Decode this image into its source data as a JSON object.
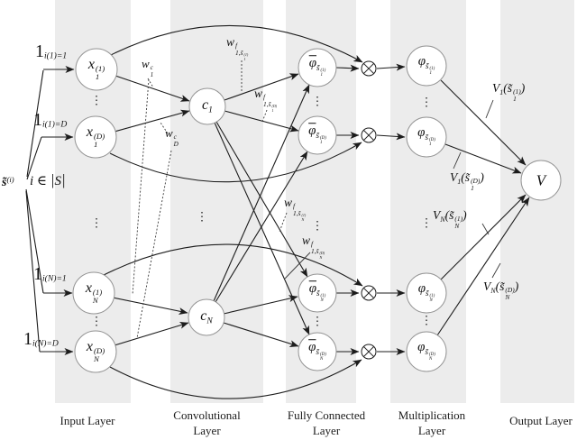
{
  "colors": {
    "background": "#ffffff",
    "stripe": "#ececec",
    "line": "#1c1c1c",
    "node_fill": "#ffffff",
    "node_stroke": "#949494",
    "text": "#111111"
  },
  "layers": {
    "input": "Input Layer",
    "conv": "Convolutional Layer",
    "fc": "Fully Connected Layer",
    "mult": "Multiplication Layer",
    "out": "Output Layer"
  },
  "ellipsis": "⋮",
  "math": {
    "source": [
      {
        "v": "s̃",
        "s": "bi"
      },
      {
        "v": "(i)",
        "s": "sup"
      }
    ],
    "membership": [
      {
        "v": "i ∈ "
      },
      {
        "v": "|",
        "s": "big"
      },
      {
        "v": "S"
      },
      {
        "v": "|",
        "s": "big"
      }
    ],
    "gate11": [
      {
        "v": "1",
        "s": "rm"
      },
      {
        "v": "i(1)=1",
        "s": "gsub"
      }
    ],
    "gate1D": [
      {
        "v": "1",
        "s": "rm"
      },
      {
        "v": "i(1)=D",
        "s": "gsub"
      }
    ],
    "gateN1": [
      {
        "v": "1",
        "s": "rm"
      },
      {
        "v": "i(N)=1",
        "s": "gsub"
      }
    ],
    "gateND": [
      {
        "v": "1",
        "s": "rm"
      },
      {
        "v": "i(N)=D",
        "s": "gsub"
      }
    ],
    "x11": [
      {
        "v": "x"
      },
      {
        "s": "st",
        "t": "(1)",
        "b": "1"
      }
    ],
    "x1D": [
      {
        "v": "x"
      },
      {
        "s": "st",
        "t": "(D)",
        "b": "1"
      }
    ],
    "xN1": [
      {
        "v": "x"
      },
      {
        "s": "st",
        "t": "(1)",
        "b": "N"
      }
    ],
    "xND": [
      {
        "v": "x"
      },
      {
        "s": "st",
        "t": "(D)",
        "b": "N"
      }
    ],
    "c1": [
      {
        "v": "c"
      },
      {
        "v": "1",
        "s": "sub"
      }
    ],
    "cN": [
      {
        "v": "c"
      },
      {
        "v": "N",
        "s": "sub"
      }
    ],
    "wc1": [
      {
        "v": "w"
      },
      {
        "s": "st",
        "t": "c",
        "b": "1"
      }
    ],
    "wcD": [
      {
        "v": "w"
      },
      {
        "s": "st",
        "t": "c",
        "b": "D"
      }
    ],
    "wf11": [
      {
        "v": "w"
      },
      {
        "s": "st",
        "t": "f",
        "b": [
          {
            "v": "1,"
          },
          {
            "v": "s̃"
          },
          {
            "s": "st",
            "t": "(1)",
            "b": "1"
          }
        ]
      }
    ],
    "wf1D": [
      {
        "v": "w"
      },
      {
        "s": "st",
        "t": "f",
        "b": [
          {
            "v": "1,"
          },
          {
            "v": "s̃"
          },
          {
            "s": "st",
            "t": "(D)",
            "b": "1"
          }
        ]
      }
    ],
    "wfN1": [
      {
        "v": "w"
      },
      {
        "s": "st",
        "t": "f",
        "b": [
          {
            "v": "1,"
          },
          {
            "v": "s̃"
          },
          {
            "s": "st",
            "t": "(1)",
            "b": "N"
          }
        ]
      }
    ],
    "wfND": [
      {
        "v": "w"
      },
      {
        "s": "st",
        "t": "f",
        "b": [
          {
            "v": "1,"
          },
          {
            "v": "s̃"
          },
          {
            "s": "st",
            "t": "(D)",
            "b": "N"
          }
        ]
      }
    ],
    "fb11": [
      {
        "v": "φ",
        "s": "bar"
      },
      {
        "s": "sub",
        "v": [
          {
            "v": "s̃"
          },
          {
            "s": "st",
            "t": "(1)",
            "b": "1"
          }
        ]
      }
    ],
    "fb1D": [
      {
        "v": "φ",
        "s": "bar"
      },
      {
        "s": "sub",
        "v": [
          {
            "v": "s̃"
          },
          {
            "s": "st",
            "t": "(D)",
            "b": "1"
          }
        ]
      }
    ],
    "fbN1": [
      {
        "v": "φ",
        "s": "bar"
      },
      {
        "s": "sub",
        "v": [
          {
            "v": "s̃"
          },
          {
            "s": "st",
            "t": "(1)",
            "b": "N"
          }
        ]
      }
    ],
    "fbND": [
      {
        "v": "φ",
        "s": "bar"
      },
      {
        "s": "sub",
        "v": [
          {
            "v": "s̃"
          },
          {
            "s": "st",
            "t": "(D)",
            "b": "N"
          }
        ]
      }
    ],
    "p11": [
      {
        "v": "φ"
      },
      {
        "s": "sub",
        "v": [
          {
            "v": "s̃"
          },
          {
            "s": "st",
            "t": "(1)",
            "b": "1"
          }
        ]
      }
    ],
    "p1D": [
      {
        "v": "φ"
      },
      {
        "s": "sub",
        "v": [
          {
            "v": "s̃"
          },
          {
            "s": "st",
            "t": "(D)",
            "b": "1"
          }
        ]
      }
    ],
    "pN1": [
      {
        "v": "φ"
      },
      {
        "s": "sub",
        "v": [
          {
            "v": "s̃"
          },
          {
            "s": "st",
            "t": "(1)",
            "b": "N"
          }
        ]
      }
    ],
    "pND": [
      {
        "v": "φ"
      },
      {
        "s": "sub",
        "v": [
          {
            "v": "s̃"
          },
          {
            "s": "st",
            "t": "(D)",
            "b": "N"
          }
        ]
      }
    ],
    "V": [
      {
        "v": "V"
      }
    ],
    "v11": [
      {
        "v": "V"
      },
      {
        "v": "1",
        "s": "sub"
      },
      {
        "v": "("
      },
      {
        "v": "s̃"
      },
      {
        "s": "st",
        "t": "(1)",
        "b": "1"
      },
      {
        "v": ")"
      }
    ],
    "v1D": [
      {
        "v": "V"
      },
      {
        "v": "1",
        "s": "sub"
      },
      {
        "v": "("
      },
      {
        "v": "s̃"
      },
      {
        "s": "st",
        "t": "(D)",
        "b": "1"
      },
      {
        "v": ")"
      }
    ],
    "vN1": [
      {
        "v": "V"
      },
      {
        "v": "N",
        "s": "sub"
      },
      {
        "v": "("
      },
      {
        "v": "s̃"
      },
      {
        "s": "st",
        "t": "(1)",
        "b": "N"
      },
      {
        "v": ")"
      }
    ],
    "vND": [
      {
        "v": "V"
      },
      {
        "v": "N",
        "s": "sub"
      },
      {
        "v": "("
      },
      {
        "v": "s̃"
      },
      {
        "s": "st",
        "t": "(D)",
        "b": "N"
      },
      {
        "v": ")"
      }
    ]
  }
}
